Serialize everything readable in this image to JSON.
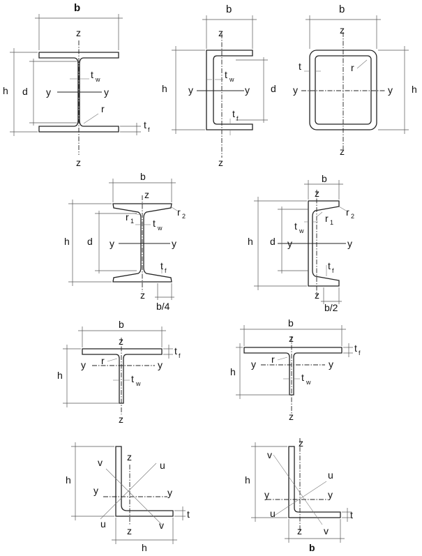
{
  "labels": {
    "b": "b",
    "h": "h",
    "d": "d",
    "t": "t",
    "t_base": "t",
    "w_sub": "w",
    "f_sub": "f",
    "y": "y",
    "z": "z",
    "u": "u",
    "v": "v",
    "r": "r",
    "r_base": "r",
    "one_sub": "1",
    "two_sub": "2",
    "b_quarter": "b/4",
    "b_half": "b/2"
  }
}
